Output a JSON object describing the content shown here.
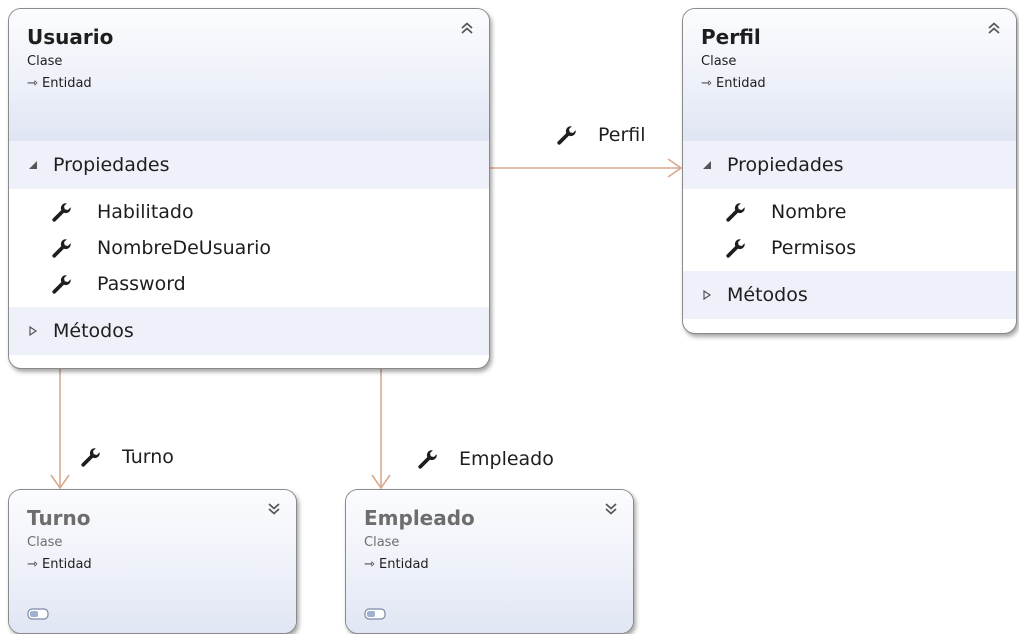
{
  "connectors": {
    "perfil": {
      "label": "Perfil"
    },
    "turno": {
      "label": "Turno"
    },
    "empleado": {
      "label": "Empleado"
    }
  },
  "classes": {
    "usuario": {
      "name": "Usuario",
      "kind": "Clase",
      "base": "Entidad",
      "properties_label": "Propiedades",
      "properties": [
        "Habilitado",
        "NombreDeUsuario",
        "Password"
      ],
      "methods_label": "Métodos"
    },
    "perfil": {
      "name": "Perfil",
      "kind": "Clase",
      "base": "Entidad",
      "properties_label": "Propiedades",
      "properties": [
        "Nombre",
        "Permisos"
      ],
      "methods_label": "Métodos"
    },
    "turno": {
      "name": "Turno",
      "kind": "Clase",
      "base": "Entidad"
    },
    "empleado": {
      "name": "Empleado",
      "kind": "Clase",
      "base": "Entidad"
    }
  },
  "colors": {
    "connector": "#d9a98f",
    "header_gradient_bottom": "#dfe5f3",
    "section_bg": "#eef1f9",
    "border": "#8a8a8a"
  },
  "icons": {
    "base_arrow": "inheritance-arrow-icon",
    "property": "wrench-icon",
    "collapse": "double-chevron-up-icon",
    "expand": "double-chevron-down-icon"
  }
}
